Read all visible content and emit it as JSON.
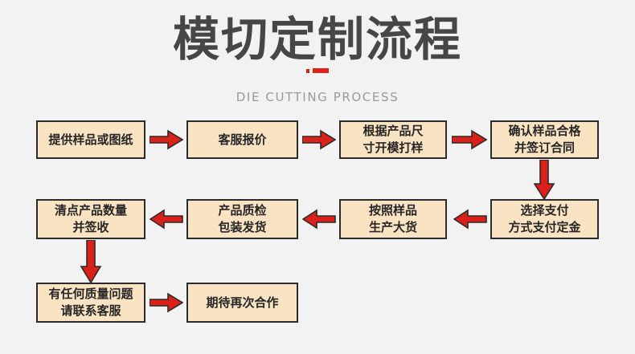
{
  "header": {
    "title": "模切定制流程",
    "subtitle": "DIE CUTTING PROCESS",
    "divider_color": "#e02216",
    "title_color": "#464646",
    "subtitle_color": "#9a9a9a"
  },
  "theme": {
    "background": "#f2f2f2",
    "box_fill": "#fae3c3",
    "box_border": "#2b2b2b",
    "arrow_fill": "#d9211a",
    "arrow_stroke": "#2b2b2b",
    "text_color": "#262626"
  },
  "flow": {
    "steps": [
      {
        "id": "step-1",
        "label": "提供样品或图纸",
        "row": 1,
        "col": 1
      },
      {
        "id": "step-2",
        "label": "客服报价",
        "row": 1,
        "col": 2
      },
      {
        "id": "step-3",
        "label": "根据产品尺\n寸开模打样",
        "row": 1,
        "col": 3
      },
      {
        "id": "step-4",
        "label": "确认样品合格\n并签订合同",
        "row": 1,
        "col": 4
      },
      {
        "id": "step-5",
        "label": "选择支付\n方式支付定金",
        "row": 2,
        "col": 4
      },
      {
        "id": "step-6",
        "label": "按照样品\n生产大货",
        "row": 2,
        "col": 3
      },
      {
        "id": "step-7",
        "label": "产品质检\n包装发货",
        "row": 2,
        "col": 2
      },
      {
        "id": "step-8",
        "label": "清点产品数量\n并签收",
        "row": 2,
        "col": 1
      },
      {
        "id": "step-9",
        "label": "有任何质量问题\n请联系客服",
        "row": 3,
        "col": 1
      },
      {
        "id": "step-10",
        "label": "期待再次合作",
        "row": 3,
        "col": 2
      }
    ],
    "connectors": [
      {
        "id": "arrow-1-2",
        "direction": "right"
      },
      {
        "id": "arrow-2-3",
        "direction": "right"
      },
      {
        "id": "arrow-3-4",
        "direction": "right"
      },
      {
        "id": "arrow-4-5",
        "direction": "down"
      },
      {
        "id": "arrow-5-6",
        "direction": "left"
      },
      {
        "id": "arrow-6-7",
        "direction": "left"
      },
      {
        "id": "arrow-7-8",
        "direction": "left"
      },
      {
        "id": "arrow-8-9",
        "direction": "down"
      },
      {
        "id": "arrow-9-10",
        "direction": "right"
      }
    ]
  }
}
